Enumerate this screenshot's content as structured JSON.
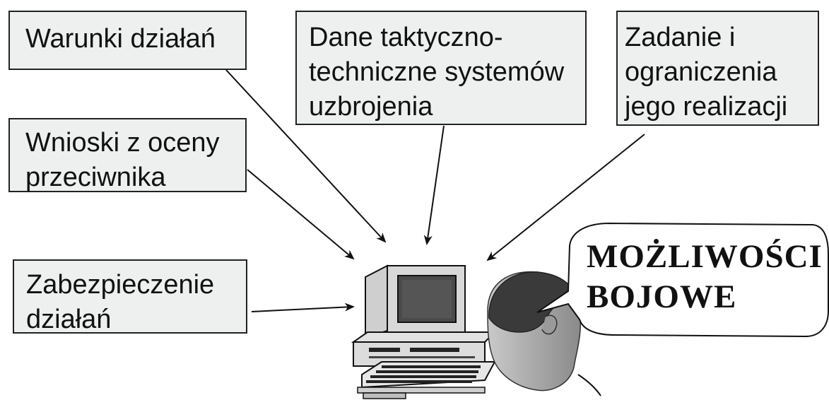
{
  "inputs": {
    "warunki": [
      "Warunki działań"
    ],
    "dane": [
      "Dane taktyczno-",
      "techniczne systemów",
      "uzbrojenia"
    ],
    "zadanie": [
      "Zadanie i",
      "ograniczenia",
      "jego realizacji"
    ],
    "wnioski": [
      "Wnioski z oceny",
      "przeciwnika"
    ],
    "zabezpieczenie": [
      "Zabezpieczenie",
      "działań"
    ]
  },
  "output": {
    "bubble": [
      "MOŻLIWOŚCI",
      "BOJOWE"
    ]
  },
  "icons": {
    "computer": "computer-icon",
    "person": "person-head-icon"
  }
}
